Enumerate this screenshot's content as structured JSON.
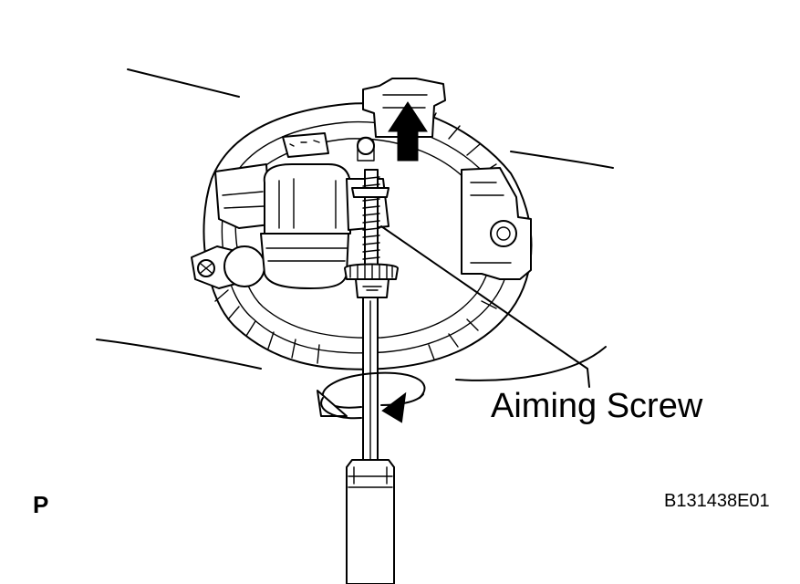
{
  "figure": {
    "callout": "Aiming Screw",
    "view_marker": "P",
    "figure_code": "B131438E01"
  },
  "icons": {
    "adjust_direction": "up-arrow-icon",
    "rotation": "rotate-arrow-icon"
  }
}
